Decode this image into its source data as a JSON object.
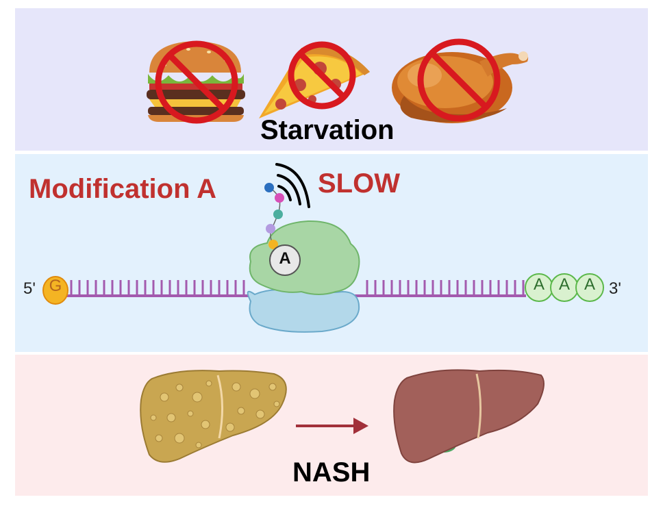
{
  "panels": {
    "top": {
      "title": "Starvation",
      "foods": [
        "burger",
        "pizza-slice",
        "roast-chicken"
      ]
    },
    "middle": {
      "modification_label": "Modification A",
      "speed_label": "SLOW",
      "five_prime": "5'",
      "three_prime": "3'",
      "cap_letter": "G",
      "ribosome_letter": "A",
      "poly_a": [
        "A",
        "A",
        "A"
      ]
    },
    "bottom": {
      "title": "NASH"
    }
  },
  "colors": {
    "top_bg": "#e6e6fa",
    "mid_bg": "#e3f1fd",
    "bot_bg": "#fdebec",
    "accent_red": "#c0312f",
    "prohibit_red": "#d8191f",
    "mrna_purple": "#a35aae",
    "cap_orange": "#f4b423",
    "poly_a_green": "#d9f1cf",
    "fatty_liver": "#c9a651",
    "nash_liver": "#a2605a",
    "arrow": "#a2303a"
  },
  "icons": [
    "prohibited-icon",
    "signal-waves-icon",
    "ribosome-icon",
    "liver-icon",
    "arrow-right-icon"
  ]
}
